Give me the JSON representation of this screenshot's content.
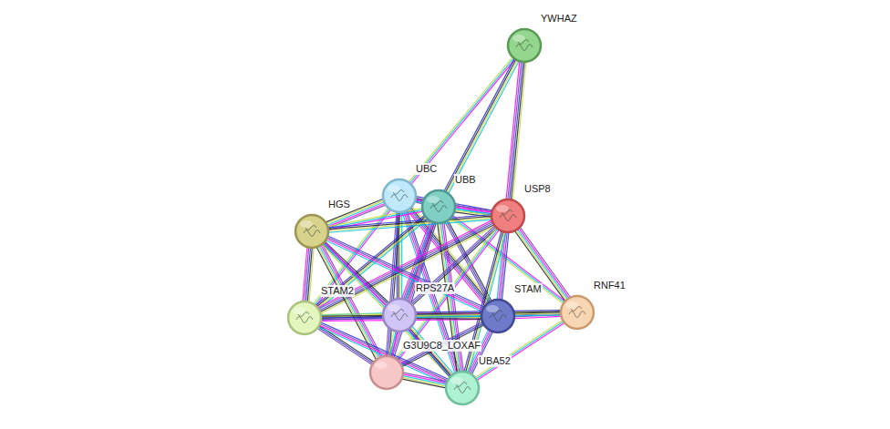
{
  "diagram": {
    "nodes": [
      {
        "text": [
          "YWHAZ"
        ]
      },
      {
        "text": [
          "UBC"
        ]
      },
      {
        "text": [
          "UBB"
        ]
      },
      {
        "text": [
          "USP8"
        ]
      },
      {
        "text": [
          "HGS"
        ]
      },
      {
        "text": [
          "RNF41"
        ]
      },
      {
        "text": [
          "STAM2"
        ]
      },
      {
        "text": [
          "RPS27A"
        ]
      },
      {
        "text": [
          "STAM"
        ]
      },
      {
        "text": [
          "G3U9C8_LOXAF"
        ]
      },
      {
        "text": [
          "UBA52"
        ]
      }
    ],
    "edges": [
      {
        "from": 0,
        "to": 1,
        "arrow": "none"
      },
      {
        "from": 0,
        "to": 2,
        "arrow": "none"
      },
      {
        "from": 0,
        "to": 3,
        "arrow": "none"
      },
      {
        "from": 1,
        "to": 2,
        "arrow": "none"
      },
      {
        "from": 1,
        "to": 3,
        "arrow": "none"
      },
      {
        "from": 1,
        "to": 4,
        "arrow": "none"
      },
      {
        "from": 1,
        "to": 6,
        "arrow": "none"
      },
      {
        "from": 1,
        "to": 7,
        "arrow": "none"
      },
      {
        "from": 1,
        "to": 8,
        "arrow": "none"
      },
      {
        "from": 1,
        "to": 9,
        "arrow": "none"
      },
      {
        "from": 1,
        "to": 10,
        "arrow": "none"
      },
      {
        "from": 2,
        "to": 3,
        "arrow": "none"
      },
      {
        "from": 2,
        "to": 4,
        "arrow": "none"
      },
      {
        "from": 2,
        "to": 6,
        "arrow": "none"
      },
      {
        "from": 2,
        "to": 7,
        "arrow": "none"
      },
      {
        "from": 2,
        "to": 8,
        "arrow": "none"
      },
      {
        "from": 2,
        "to": 9,
        "arrow": "none"
      },
      {
        "from": 2,
        "to": 10,
        "arrow": "none"
      },
      {
        "from": 2,
        "to": 5,
        "arrow": "none"
      },
      {
        "from": 3,
        "to": 4,
        "arrow": "none"
      },
      {
        "from": 3,
        "to": 6,
        "arrow": "none"
      },
      {
        "from": 3,
        "to": 7,
        "arrow": "none"
      },
      {
        "from": 3,
        "to": 8,
        "arrow": "none"
      },
      {
        "from": 3,
        "to": 5,
        "arrow": "none"
      },
      {
        "from": 3,
        "to": 9,
        "arrow": "none"
      },
      {
        "from": 3,
        "to": 10,
        "arrow": "none"
      },
      {
        "from": 4,
        "to": 6,
        "arrow": "none"
      },
      {
        "from": 4,
        "to": 7,
        "arrow": "none"
      },
      {
        "from": 4,
        "to": 8,
        "arrow": "none"
      },
      {
        "from": 4,
        "to": 9,
        "arrow": "none"
      },
      {
        "from": 4,
        "to": 10,
        "arrow": "none"
      },
      {
        "from": 6,
        "to": 7,
        "arrow": "none"
      },
      {
        "from": 6,
        "to": 8,
        "arrow": "none"
      },
      {
        "from": 6,
        "to": 9,
        "arrow": "none"
      },
      {
        "from": 6,
        "to": 10,
        "arrow": "none"
      },
      {
        "from": 7,
        "to": 8,
        "arrow": "none"
      },
      {
        "from": 7,
        "to": 9,
        "arrow": "none"
      },
      {
        "from": 7,
        "to": 10,
        "arrow": "none"
      },
      {
        "from": 8,
        "to": 5,
        "arrow": "none"
      },
      {
        "from": 8,
        "to": 9,
        "arrow": "none"
      },
      {
        "from": 8,
        "to": 10,
        "arrow": "none"
      },
      {
        "from": 9,
        "to": 10,
        "arrow": "none"
      },
      {
        "from": 5,
        "to": 10,
        "arrow": "none"
      },
      {
        "from": 5,
        "to": 7,
        "arrow": "none"
      }
    ]
  }
}
